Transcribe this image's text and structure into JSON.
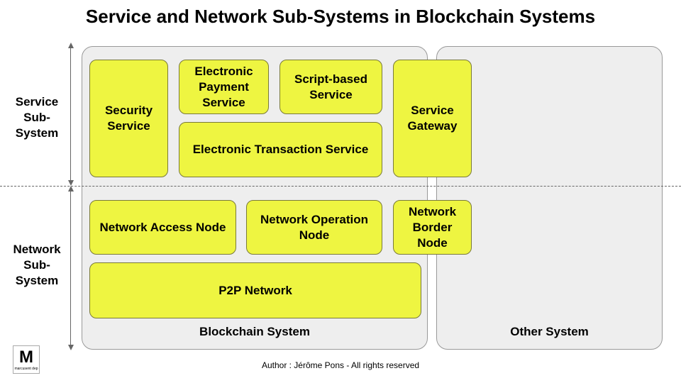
{
  "title": "Service and Network Sub-Systems in Blockchain Systems",
  "side_labels": {
    "service": "Service Sub-System",
    "network": "Network Sub-System"
  },
  "containers": {
    "blockchain": "Blockchain System",
    "other": "Other System"
  },
  "boxes": {
    "security_service": "Security Service",
    "electronic_payment_service": "Electronic Payment Service",
    "script_based_service": "Script-based Service",
    "service_gateway": "Service Gateway",
    "electronic_transaction_service": "Electronic Transaction Service",
    "network_access_node": "Network Access Node",
    "network_operation_node": "Network Operation Node",
    "network_border_node": "Network Border Node",
    "p2p_network": "P2P Network"
  },
  "logo": {
    "letter": "M",
    "tagline": "marcusent dep"
  },
  "author": "Author : Jérôme Pons - All rights reserved",
  "colors": {
    "box_fill": "#eef541",
    "container_fill": "#eeeeee"
  }
}
